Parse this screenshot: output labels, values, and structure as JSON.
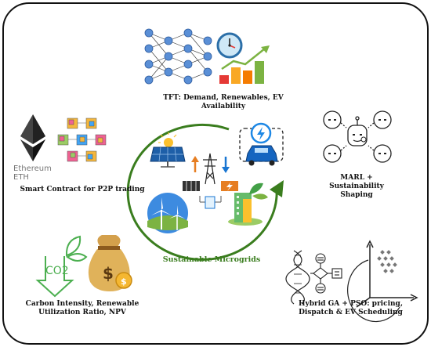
{
  "center": {
    "title": "Sustainable Microgrids"
  },
  "modules": {
    "tft": {
      "label": "TFT: Demand, Renewables, EV Availability"
    },
    "marl": {
      "line1": "MARL +",
      "line2": "Sustainability Shaping"
    },
    "smart_contract": {
      "label": "Smart Contract for P2P trading",
      "eth_name": "Ethereum",
      "eth_ticker": "ETH"
    },
    "metrics": {
      "line1": "Carbon Intensity, Renewable",
      "line2": "Utilization Ratio, NPV",
      "co2_text": "CO2"
    },
    "hybrid": {
      "line1": "Hybrid GA + PSO: pricing,",
      "line2": "Dispatch & EV Scheduling"
    }
  },
  "icons": [
    "neural-network-icon",
    "clock-icon",
    "bar-chart-icon",
    "ethereum-icon",
    "blockchain-cubes-icon",
    "multi-agent-robot-icon",
    "co2-leaf-icon",
    "money-bag-icon",
    "dna-icon",
    "flowchart-icon",
    "scatter-axes-icon",
    "solar-panel-icon",
    "transmission-tower-icon",
    "battery-icon",
    "ev-charging-icon",
    "wind-turbine-icon",
    "green-building-icon"
  ],
  "colors": {
    "accent_green": "#3a7d1e",
    "node_blue": "#5a8fd6",
    "border": "#111111"
  }
}
